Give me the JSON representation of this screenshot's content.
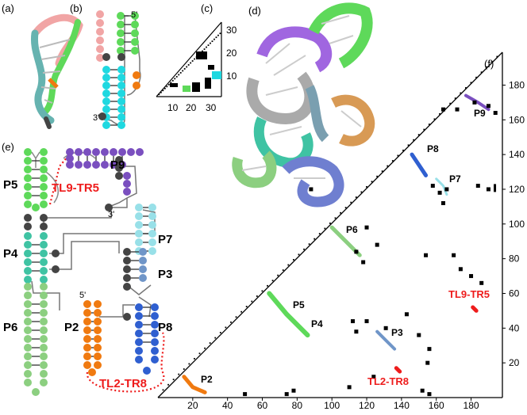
{
  "panels": {
    "a": "(a)",
    "b": "(b)",
    "c": "(c)",
    "d": "(d)",
    "e": "(e)",
    "f": "(f)"
  },
  "panel_b": {
    "five_prime": "5'",
    "three_prime": "3'"
  },
  "panel_c": {
    "x_ticks": [
      "10",
      "20",
      "30"
    ],
    "y_ticks": [
      "10",
      "20",
      "30"
    ]
  },
  "panel_e": {
    "helices": [
      "P9",
      "P5",
      "P4",
      "P7",
      "P3",
      "P6",
      "P2",
      "P8"
    ],
    "five_prime": "5'",
    "three_prime": "3'",
    "interactions": [
      "TL9-TR5",
      "TL2-TR8"
    ]
  },
  "panel_f": {
    "x_ticks": [
      "20",
      "40",
      "60",
      "80",
      "100",
      "120",
      "140",
      "160",
      "180"
    ],
    "y_ticks": [
      "20",
      "40",
      "60",
      "80",
      "100",
      "120",
      "140",
      "160",
      "180"
    ],
    "helix_labels": [
      "P2",
      "P3",
      "P4",
      "P5",
      "P6",
      "P7",
      "P8",
      "P9"
    ],
    "interaction_labels": [
      "TL9-TR5",
      "TL2-TR8"
    ]
  },
  "colors": {
    "P2": "#f07a10",
    "P3": "#6f95c8",
    "P4": "#3fc3a3",
    "P5": "#5ed95a",
    "P6": "#8ccf80",
    "P7": "#98e0e8",
    "P8": "#2f5fd0",
    "P9": "#7a4fbf",
    "cyan": "#1fd8e0",
    "pink": "#f1a5a5",
    "gray": "#444444",
    "red": "#ee1c1c"
  }
}
